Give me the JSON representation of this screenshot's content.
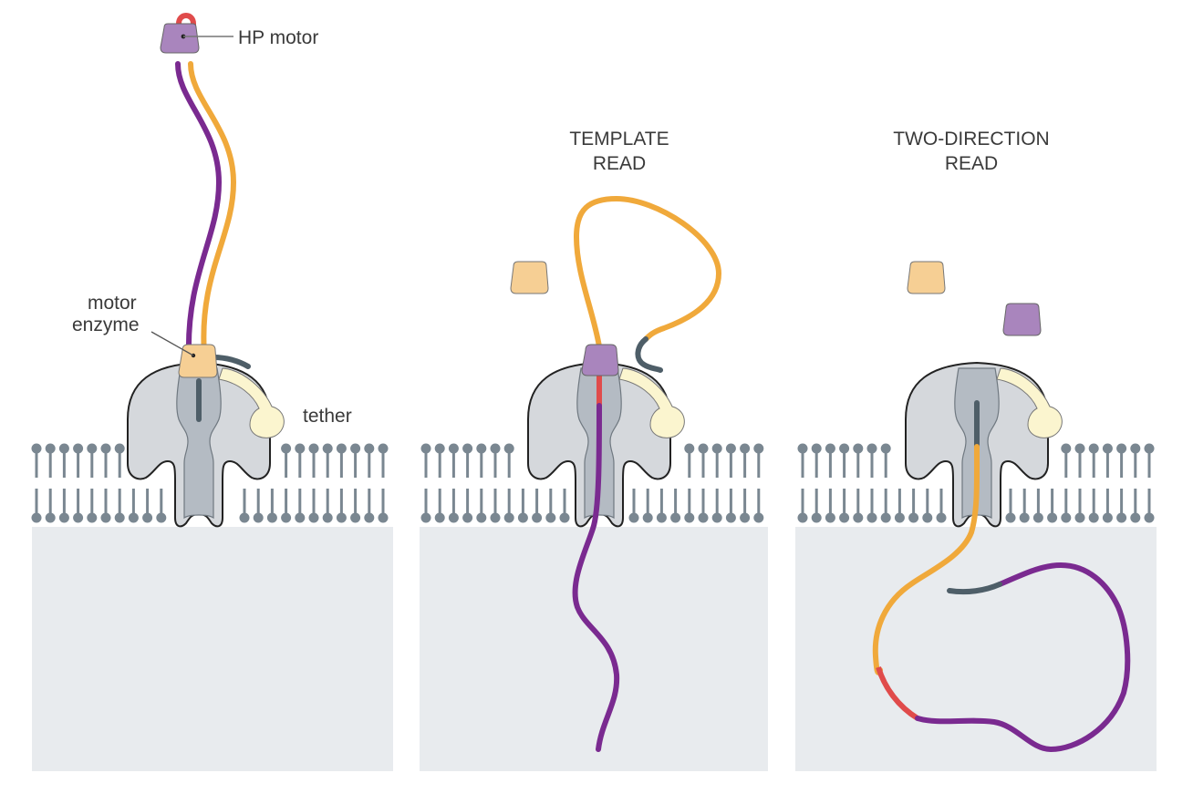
{
  "colors": {
    "template_strand": "#f0a93b",
    "complement_strand": "#7a2a90",
    "hairpin_adapter": "#e04b4b",
    "leader": "#4e5e68",
    "hp_motor": "#a985bd",
    "motor_enzyme": "#f6cf94",
    "tether": "#fbf5cf",
    "pore_outer": "#d5d8dc",
    "pore_channel": "#b4bbc3",
    "lipid": "#7a8791",
    "cytosol_bg": "#e8ebee"
  },
  "panels": [
    {
      "id": "initial",
      "title": [],
      "labels": {
        "hp_motor": "HP motor",
        "motor_enzyme_line1": "motor",
        "motor_enzyme_line2": "enzyme",
        "tether": "tether"
      }
    },
    {
      "id": "template-read",
      "title": [
        "TEMPLATE",
        "READ"
      ]
    },
    {
      "id": "two-direction-read",
      "title": [
        "TWO-DIRECTION",
        "READ"
      ]
    }
  ]
}
